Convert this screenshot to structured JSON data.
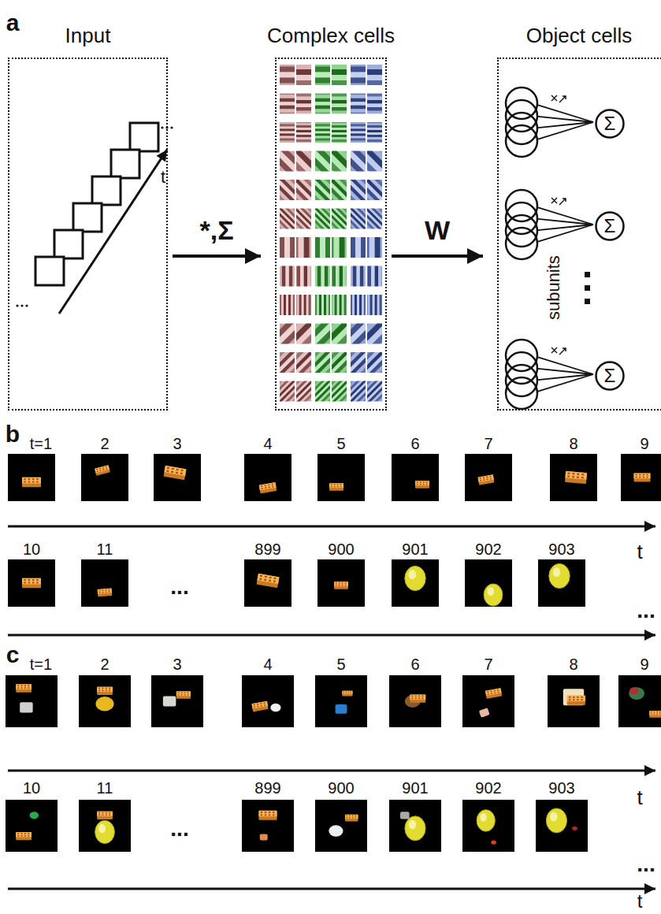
{
  "diagram": {
    "nodes": [
      {
        "text": [
          "Input"
        ]
      },
      {
        "text": [
          "Complex cells"
        ]
      },
      {
        "text": [
          "Object cells"
        ]
      },
      {
        "text": [
          "Σ"
        ],
        "in": 2
      },
      {
        "text": [
          "Σ"
        ],
        "in": 2
      },
      {
        "text": [
          "Σ"
        ],
        "in": 2
      }
    ],
    "edges": [
      {
        "from": 0,
        "to": 1,
        "label": "*,Σ",
        "arrow": "to"
      },
      {
        "from": 1,
        "to": 2,
        "label": "W",
        "arrow": "to"
      }
    ],
    "labels": [
      "a",
      "t",
      "subunits",
      "b",
      "t=1",
      "2",
      "3",
      "4",
      "5",
      "6",
      "7",
      "8",
      "9",
      "t",
      "10",
      "11",
      "...",
      "899",
      "900",
      "901",
      "902",
      "903",
      "...",
      "c",
      "t=1",
      "2",
      "3",
      "4",
      "5",
      "6",
      "7",
      "8",
      "9",
      "t",
      "10",
      "11",
      "...",
      "899",
      "900",
      "901",
      "902",
      "903",
      "...",
      "t"
    ]
  }
}
